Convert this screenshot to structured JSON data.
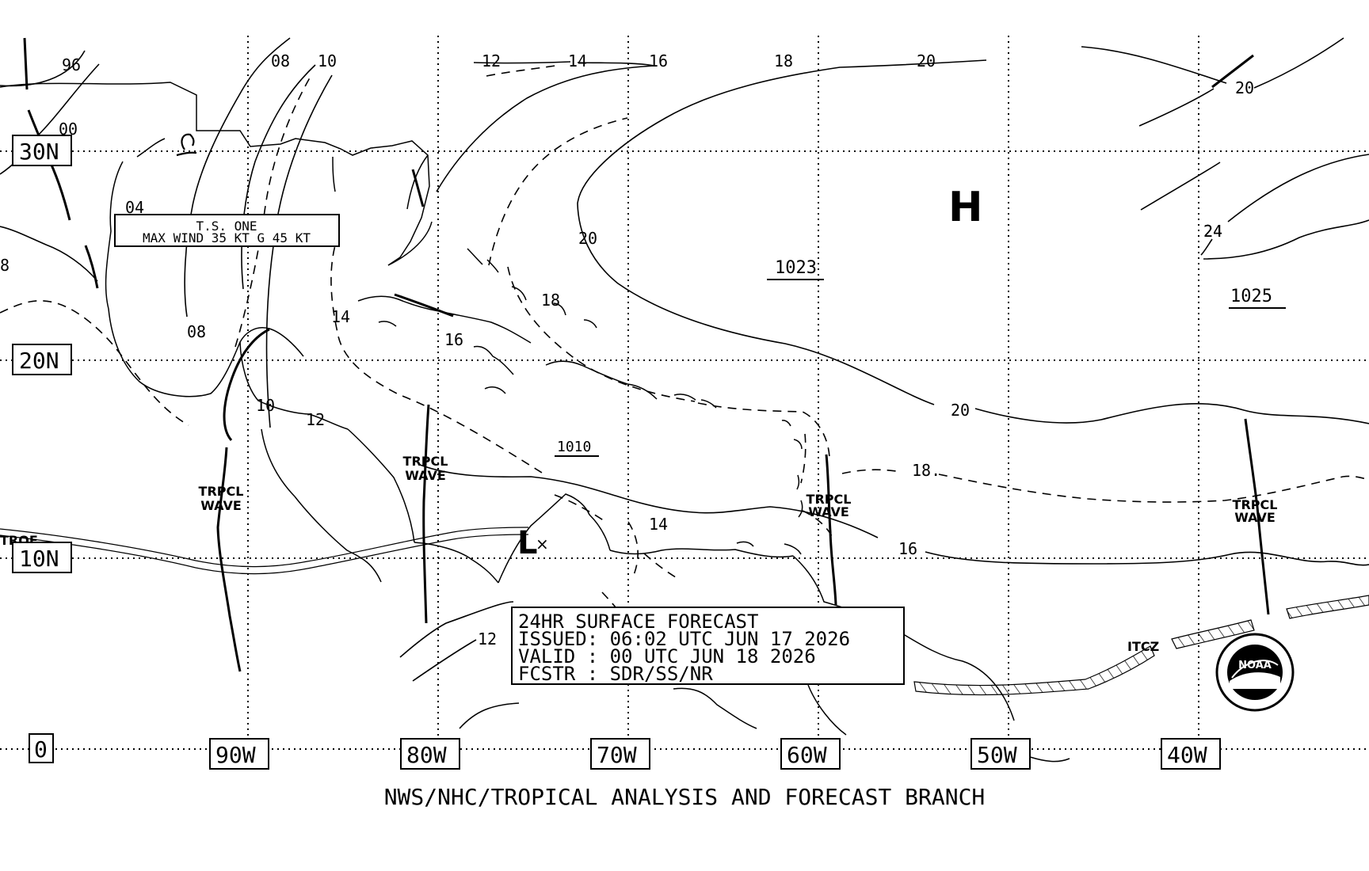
{
  "map": {
    "latitude_labels": [
      "30N",
      "20N",
      "10N",
      "0"
    ],
    "longitude_labels": [
      "90W",
      "80W",
      "70W",
      "60W",
      "50W",
      "40W"
    ],
    "isobar_labels": [
      "96",
      "00",
      "04",
      "08",
      "10",
      "12",
      "14",
      "16",
      "18",
      "20",
      "24",
      "08",
      "10",
      "12",
      "14",
      "16",
      "18",
      "20",
      "16",
      "14",
      "12",
      "20",
      "18.",
      "20",
      "24",
      "8"
    ],
    "pressure_centers": {
      "high": {
        "symbol": "H",
        "value": "1023"
      },
      "low": {
        "symbol": "L",
        "value": "1010"
      },
      "east_high_value": "1025"
    },
    "storm": {
      "name": "T.S. ONE",
      "wind": "MAX WIND 35 KT G 45 KT"
    },
    "features": {
      "wave_label_line1": "TRPCL",
      "wave_label_line2": "WAVE",
      "trough": "TROF",
      "itcz": "ITCZ"
    },
    "forecast": {
      "line1": "24HR SURFACE FORECAST",
      "line2": "ISSUED: 06:02 UTC JUN 17 2026",
      "line3": "VALID : 00 UTC JUN 18 2026",
      "line4": "FCSTR : SDR/SS/NR"
    },
    "footer": "NWS/NHC/TROPICAL ANALYSIS AND FORECAST BRANCH",
    "logo": "NOAA",
    "colors": {
      "ink": "#000000",
      "paper": "#ffffff"
    }
  }
}
